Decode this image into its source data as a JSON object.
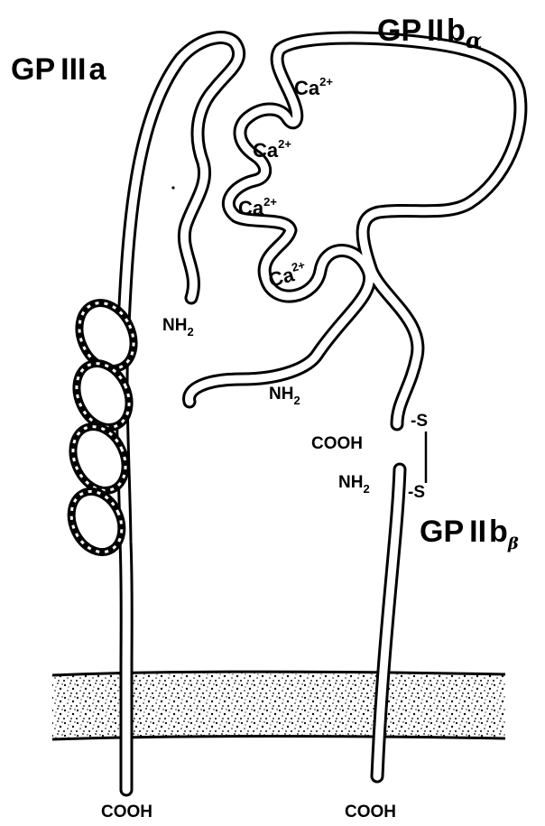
{
  "figure": {
    "labels": {
      "gp3a_prefix": "GP",
      "gp3a_roman": "III",
      "gp3a_suffix": "a",
      "gp2ba_prefix": "GP",
      "gp2ba_roman": "II",
      "gp2ba_suffix": "b",
      "gp2ba_sub": "α",
      "gp2bb_prefix": "GP",
      "gp2bb_roman": "II",
      "gp2bb_suffix": "b",
      "gp2bb_sub": "β",
      "ca_base": "Ca",
      "ca_charge": "2+",
      "nh_base": "NH",
      "nh_sub": "2",
      "cooh": "COOH",
      "disulfide_s": "-S",
      "disulfide_bar": "|"
    }
  }
}
